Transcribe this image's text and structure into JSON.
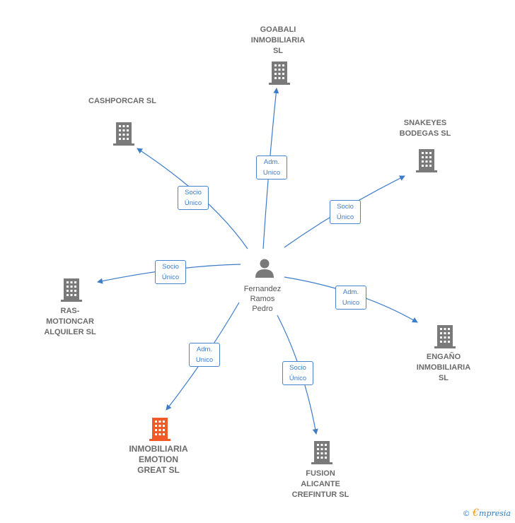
{
  "center": {
    "label": "Fernandez\nRamos\nPedro",
    "icon": "person-icon"
  },
  "nodes": [
    {
      "id": "goabali",
      "label": "GOABALI\nINMOBILIARIA\nSL",
      "icon": "building-icon",
      "highlight": false
    },
    {
      "id": "cashporcar",
      "label": "CASHPORCAR SL",
      "icon": "building-icon",
      "highlight": false
    },
    {
      "id": "snakeyes",
      "label": "SNAKEYES\nBODEGAS  SL",
      "icon": "building-icon",
      "highlight": false
    },
    {
      "id": "ras",
      "label": "RAS-\nMOTIONCAR\nALQUILER  SL",
      "icon": "building-icon",
      "highlight": false
    },
    {
      "id": "engano",
      "label": "ENGAÑO\nINMOBILIARIA\nSL",
      "icon": "building-icon",
      "highlight": false
    },
    {
      "id": "emotion",
      "label": "INMOBILIARIA\nEMOTION\nGREAT  SL",
      "icon": "building-icon",
      "highlight": true
    },
    {
      "id": "fusion",
      "label": "FUSION\nALICANTE\nCREFINTUR  SL",
      "icon": "building-icon",
      "highlight": false
    }
  ],
  "edges": [
    {
      "to": "goabali",
      "label": "Adm.\nUnico"
    },
    {
      "to": "cashporcar",
      "label": "Socio\nÚnico"
    },
    {
      "to": "snakeyes",
      "label": "Socio\nÚnico"
    },
    {
      "to": "ras",
      "label": "Socio\nÚnico"
    },
    {
      "to": "engano",
      "label": "Adm.\nUnico"
    },
    {
      "to": "emotion",
      "label": "Adm.\nUnico"
    },
    {
      "to": "fusion",
      "label": "Socio\nÚnico"
    }
  ],
  "colors": {
    "edge": "#3d7cc9",
    "building": "#7a7a7a",
    "building_highlight": "#f05a28",
    "person": "#7a7a7a"
  },
  "footer": {
    "copyright": "©",
    "brand_initial": "€",
    "brand_rest": "mpresia"
  }
}
